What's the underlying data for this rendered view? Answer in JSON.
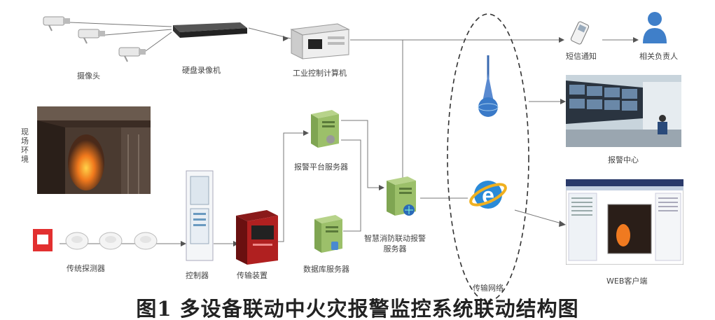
{
  "labels": {
    "camera": "摄像头",
    "nvr": "硬盘录像机",
    "ipc": "工业控制计算机",
    "sms": "短信通知",
    "person": "相关负责人",
    "scene": "现场环境",
    "alarm_platform": "报警平台服务器",
    "alarm_center": "报警中心",
    "detectors": "传统探测器",
    "controller": "控制器",
    "transmitter": "传输装置",
    "db_server": "数据库服务器",
    "fire_server": "智慧消防联动报警服务器",
    "network": "传输网络",
    "web_client": "WEB客户端"
  },
  "caption": "图1  多设备联动中火灾报警监控系统联动结构图"
}
